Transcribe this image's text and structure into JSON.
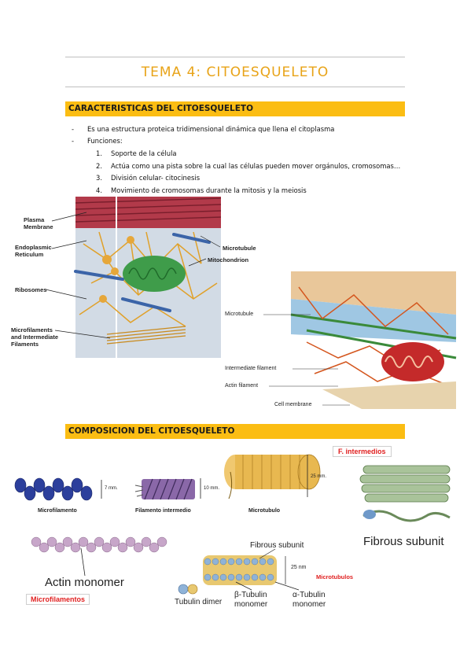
{
  "page_title": "TEMA 4: CITOESQUELETO",
  "section1": {
    "heading": "CARACTERISTICAS DEL CITOESQUELETO",
    "bullets": [
      "Es una estructura proteica tridimensional dinámica que llena el citoplasma",
      "Funciones:"
    ],
    "functions": [
      {
        "num": "1.",
        "text": "Soporte de la célula"
      },
      {
        "num": "2.",
        "text": "Actúa como una pista sobre la cual las células pueden mover orgánulos, cromosomas…"
      },
      {
        "num": "3.",
        "text": "División celular- citocinesis"
      },
      {
        "num": "4.",
        "text": "Movimiento de cromosomas durante la mitosis y la meiosis"
      }
    ],
    "figure_left_labels": {
      "plasma_membrane": [
        "Plasma",
        "Membrane"
      ],
      "er": [
        "Endoplasmic",
        "Reticulum"
      ],
      "ribosomes": "Ribosomes",
      "microfilaments": [
        "Microfilaments",
        "and Intermediate",
        "Filaments"
      ],
      "microtubule": "Microtubule",
      "mitochondrion": "Mitochondrion"
    },
    "figure_right_labels": {
      "microtubule": "Microtubule",
      "intermediate_filament": "Intermediate filament",
      "actin_filament": "Actin filament",
      "cell_membrane": "Cell membrane"
    }
  },
  "section2": {
    "heading": "COMPOSICION DEL CITOESQUELETO",
    "fibers": {
      "microfilamento": "Microfilamento",
      "filamento_intermedio": "Filamento intermedio",
      "microtubulo": "Microtubulo",
      "size_7": "7 mm.",
      "size_10": "10 mm.",
      "size_25": "25 mm."
    },
    "f_intermedios": "F. intermedios",
    "fibrous_subunit_big": "Fibrous subunit",
    "actin_monomer": "Actin monomer",
    "microfilamentos": "Microfilamentos",
    "tubulin": {
      "fibrous_subunit": "Fibrous subunit",
      "nm": "25 nm",
      "tag": "Microtubulos",
      "dimer": "Tubulin dimer",
      "beta": [
        "β-Tubulin",
        "monomer"
      ],
      "alpha": [
        "α-Tubulin",
        "monomer"
      ]
    }
  }
}
